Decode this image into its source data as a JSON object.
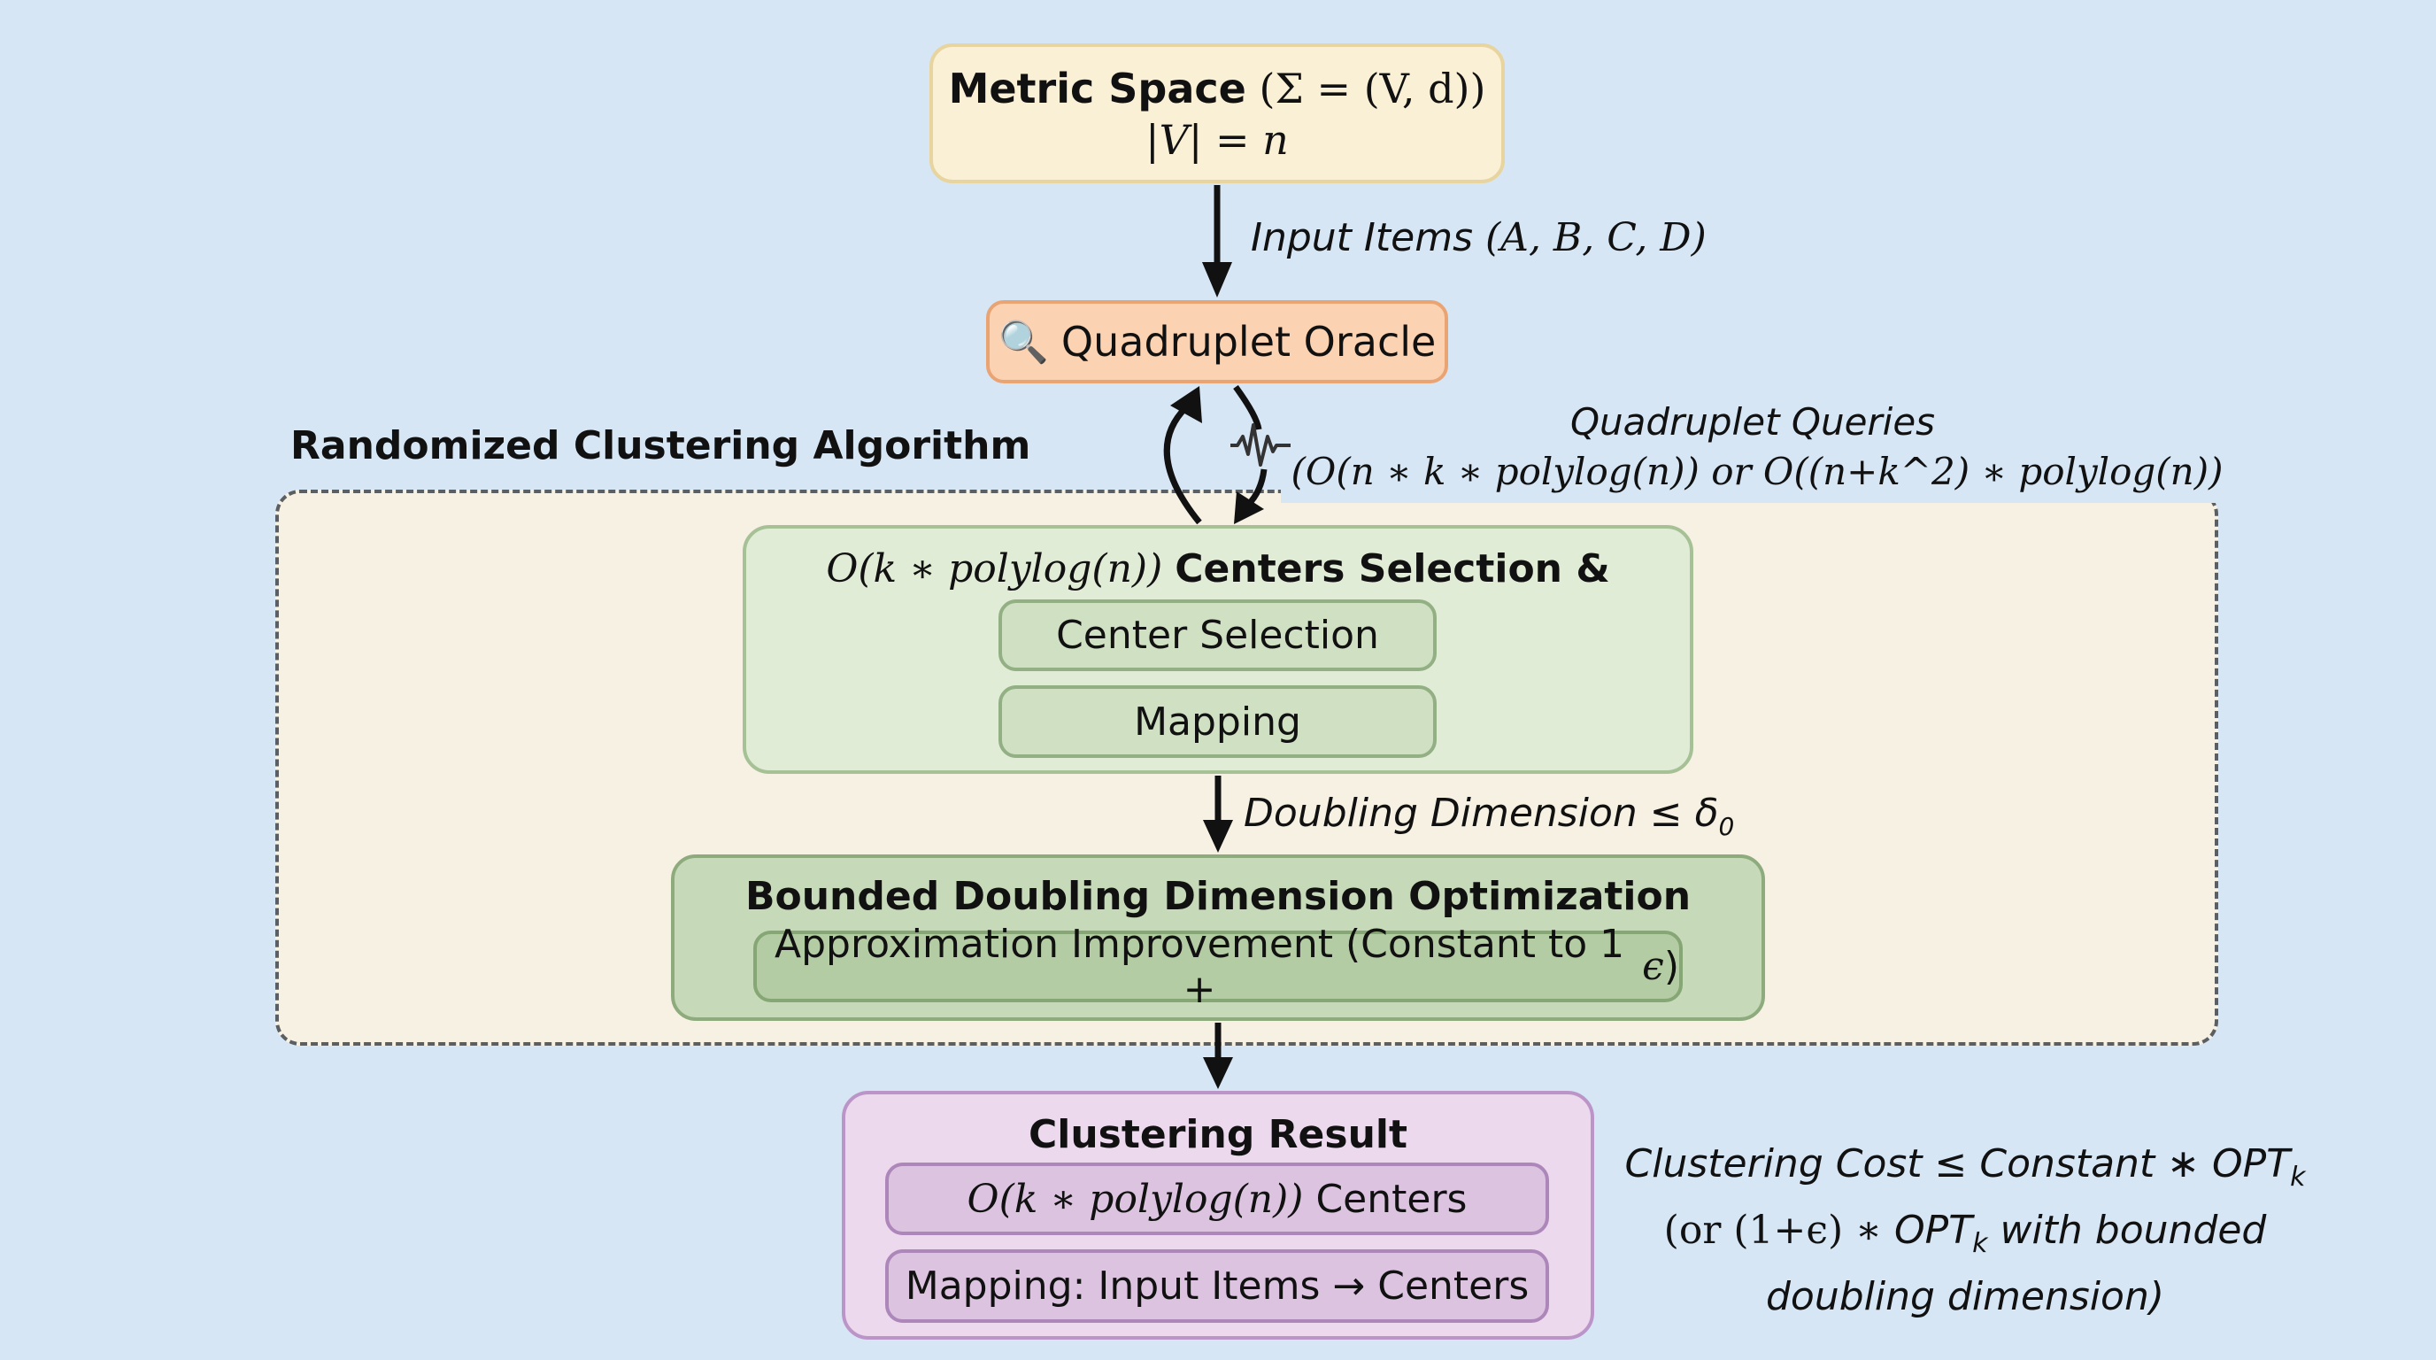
{
  "diagram": {
    "metric_space": {
      "title": "Metric Space",
      "formula": "(Σ = (V, d))",
      "size": "|V| = n"
    },
    "edge_input_items": {
      "label": "Input Items",
      "items": "(A, B, C, D)"
    },
    "oracle": {
      "icon": "magnifying-glass-icon",
      "icon_glyph": "🔍",
      "label": "Quadruplet Oracle"
    },
    "queries": {
      "title": "Quadruplet Queries",
      "complexity": "(O(n ∗ k ∗ polylog(n)) or O((n+k^2) ∗ polylog(n))"
    },
    "algorithm_group": {
      "title": "Randomized Clustering Algorithm"
    },
    "centers_stage": {
      "complexity": "O(k ∗ polylog(n))",
      "title": "Centers Selection & Mapping",
      "steps": [
        "Center Selection",
        "Mapping"
      ]
    },
    "edge_doubling": {
      "label": "Doubling Dimension ≤ δ",
      "subscript": "0"
    },
    "bounded_stage": {
      "title": "Bounded Doubling Dimension Optimization (Optional)",
      "step_prefix": "Approximation Improvement (Constant to 1 + ",
      "step_epsilon": "ϵ",
      "step_suffix": ")"
    },
    "result": {
      "title": "Clustering Result",
      "centers_complexity": "O(k ∗ polylog(n))",
      "centers_label": "Centers",
      "mapping": "Mapping: Input Items → Centers"
    },
    "cost": {
      "line1_prefix": "Clustering Cost ≤ Constant ∗ OPT",
      "line1_sub": "k",
      "line2_prefix": "(or (1+ϵ) ∗ ",
      "line2_opt": "OPT",
      "line2_sub": "k",
      "line2_suffix": " with bounded",
      "line3": "doubling dimension)"
    },
    "colors": {
      "background": "#d6e6f5",
      "metric_fill": "#faf0d6",
      "oracle_fill": "#fbd3b3",
      "algorithm_fill": "#f7f1e3",
      "centers_fill": "#e1ecd7",
      "bounded_fill": "#c6d9b8",
      "result_fill": "#ecd9ee"
    }
  }
}
